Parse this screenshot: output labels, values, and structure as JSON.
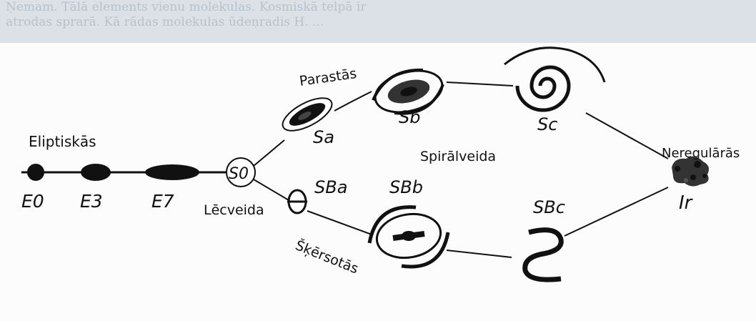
{
  "background_text": "Ņemam. Tālā elements vienu molekulas. Kosmiskā telpā ir atrodas sprarā. Kā rādas molekulas ūdeņradis H. ...",
  "groups": {
    "elliptical": "Eliptiskās",
    "lenticular": "Lēcveida",
    "spiral": "Spirālveida",
    "irregular": "Neregulārās",
    "normal_branch": "Parastās",
    "barred_branch": "Šķērsotās"
  },
  "classes": {
    "e0": "E0",
    "e3": "E3",
    "e7": "E7",
    "s0": "S0",
    "sa": "Sa",
    "sb": "Sb",
    "sc": "Sc",
    "sba": "SBa",
    "sbb": "SBb",
    "sbc": "SBc",
    "irr": "Ir"
  },
  "colors": {
    "ink": "#111111",
    "panel": "#b7c3cf",
    "panel_text": "#9aa8b5"
  }
}
